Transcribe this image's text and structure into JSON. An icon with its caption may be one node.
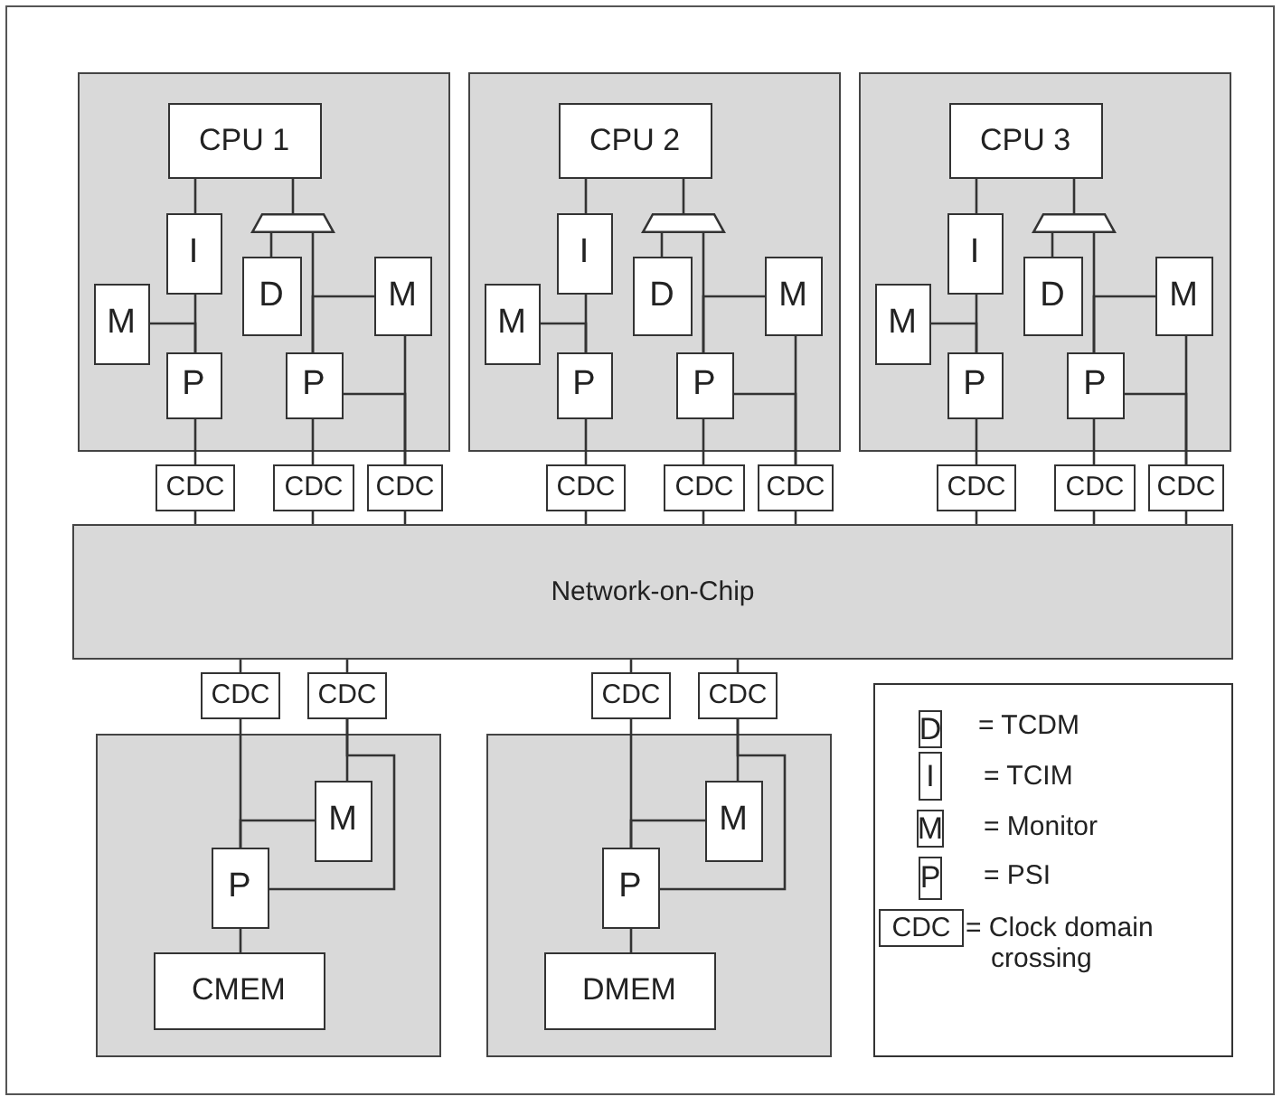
{
  "diagram": {
    "nodes": [
      {
        "text": [],
        "shape": "box"
      },
      {
        "text": [
          "CPU 1"
        ],
        "in": 0
      },
      {
        "text": [
          "I"
        ],
        "in": 0
      },
      {
        "text": [],
        "shape": "trapezoid",
        "in": 0
      },
      {
        "text": [
          "D"
        ],
        "in": 0
      },
      {
        "text": [
          "M"
        ],
        "in": 0
      },
      {
        "text": [
          "M"
        ],
        "in": 0
      },
      {
        "text": [
          "P"
        ],
        "in": 0
      },
      {
        "text": [
          "P"
        ],
        "in": 0
      },
      {
        "text": [
          "CDC"
        ]
      },
      {
        "text": [
          "CDC"
        ]
      },
      {
        "text": [
          "CDC"
        ]
      },
      {
        "text": [],
        "shape": "box"
      },
      {
        "text": [
          "CPU 2"
        ],
        "in": 12
      },
      {
        "text": [
          "I"
        ],
        "in": 12
      },
      {
        "text": [],
        "shape": "trapezoid",
        "in": 12
      },
      {
        "text": [
          "D"
        ],
        "in": 12
      },
      {
        "text": [
          "M"
        ],
        "in": 12
      },
      {
        "text": [
          "M"
        ],
        "in": 12
      },
      {
        "text": [
          "P"
        ],
        "in": 12
      },
      {
        "text": [
          "P"
        ],
        "in": 12
      },
      {
        "text": [
          "CDC"
        ]
      },
      {
        "text": [
          "CDC"
        ]
      },
      {
        "text": [
          "CDC"
        ]
      },
      {
        "text": [],
        "shape": "box"
      },
      {
        "text": [
          "CPU 3"
        ],
        "in": 24
      },
      {
        "text": [
          "I"
        ],
        "in": 24
      },
      {
        "text": [],
        "shape": "trapezoid",
        "in": 24
      },
      {
        "text": [
          "D"
        ],
        "in": 24
      },
      {
        "text": [
          "M"
        ],
        "in": 24
      },
      {
        "text": [
          "M"
        ],
        "in": 24
      },
      {
        "text": [
          "P"
        ],
        "in": 24
      },
      {
        "text": [
          "P"
        ],
        "in": 24
      },
      {
        "text": [
          "CDC"
        ]
      },
      {
        "text": [
          "CDC"
        ]
      },
      {
        "text": [
          "CDC"
        ]
      },
      {
        "text": [
          "Network-on-Chip"
        ]
      },
      {
        "text": [
          "CDC"
        ]
      },
      {
        "text": [
          "CDC"
        ]
      },
      {
        "text": [
          "CDC"
        ]
      },
      {
        "text": [
          "CDC"
        ]
      },
      {
        "text": [],
        "shape": "box"
      },
      {
        "text": [
          "M"
        ],
        "in": 41
      },
      {
        "text": [
          "P"
        ],
        "in": 41
      },
      {
        "text": [
          "CMEM"
        ],
        "in": 41
      },
      {
        "text": [],
        "shape": "box"
      },
      {
        "text": [
          "M"
        ],
        "in": 45
      },
      {
        "text": [
          "P"
        ],
        "in": 45
      },
      {
        "text": [
          "DMEM"
        ],
        "in": 45
      }
    ],
    "edges": [
      {
        "from": 1,
        "to": 2,
        "arrow": "none"
      },
      {
        "from": 1,
        "to": 3,
        "arrow": "none"
      },
      {
        "from": 2,
        "to": 7,
        "arrow": "none"
      },
      {
        "from": 6,
        "to": 7,
        "arrow": "none"
      },
      {
        "from": 3,
        "to": 4,
        "arrow": "none"
      },
      {
        "from": 3,
        "to": 8,
        "arrow": "none"
      },
      {
        "from": 5,
        "to": 8,
        "arrow": "none"
      },
      {
        "from": 5,
        "to": 11,
        "arrow": "none"
      },
      {
        "from": 8,
        "to": 11,
        "arrow": "none"
      },
      {
        "from": 7,
        "to": 9,
        "arrow": "none"
      },
      {
        "from": 8,
        "to": 10,
        "arrow": "none"
      },
      {
        "from": 9,
        "to": 36,
        "arrow": "none"
      },
      {
        "from": 10,
        "to": 36,
        "arrow": "none"
      },
      {
        "from": 11,
        "to": 36,
        "arrow": "none"
      },
      {
        "from": 13,
        "to": 14,
        "arrow": "none"
      },
      {
        "from": 13,
        "to": 15,
        "arrow": "none"
      },
      {
        "from": 14,
        "to": 19,
        "arrow": "none"
      },
      {
        "from": 18,
        "to": 19,
        "arrow": "none"
      },
      {
        "from": 15,
        "to": 16,
        "arrow": "none"
      },
      {
        "from": 15,
        "to": 20,
        "arrow": "none"
      },
      {
        "from": 17,
        "to": 20,
        "arrow": "none"
      },
      {
        "from": 17,
        "to": 23,
        "arrow": "none"
      },
      {
        "from": 20,
        "to": 23,
        "arrow": "none"
      },
      {
        "from": 19,
        "to": 21,
        "arrow": "none"
      },
      {
        "from": 20,
        "to": 22,
        "arrow": "none"
      },
      {
        "from": 21,
        "to": 36,
        "arrow": "none"
      },
      {
        "from": 22,
        "to": 36,
        "arrow": "none"
      },
      {
        "from": 23,
        "to": 36,
        "arrow": "none"
      },
      {
        "from": 25,
        "to": 26,
        "arrow": "none"
      },
      {
        "from": 25,
        "to": 27,
        "arrow": "none"
      },
      {
        "from": 26,
        "to": 31,
        "arrow": "none"
      },
      {
        "from": 30,
        "to": 31,
        "arrow": "none"
      },
      {
        "from": 27,
        "to": 28,
        "arrow": "none"
      },
      {
        "from": 27,
        "to": 32,
        "arrow": "none"
      },
      {
        "from": 29,
        "to": 32,
        "arrow": "none"
      },
      {
        "from": 29,
        "to": 35,
        "arrow": "none"
      },
      {
        "from": 32,
        "to": 35,
        "arrow": "none"
      },
      {
        "from": 31,
        "to": 33,
        "arrow": "none"
      },
      {
        "from": 32,
        "to": 34,
        "arrow": "none"
      },
      {
        "from": 33,
        "to": 36,
        "arrow": "none"
      },
      {
        "from": 34,
        "to": 36,
        "arrow": "none"
      },
      {
        "from": 35,
        "to": 36,
        "arrow": "none"
      },
      {
        "from": 36,
        "to": 37,
        "arrow": "none"
      },
      {
        "from": 36,
        "to": 38,
        "arrow": "none"
      },
      {
        "from": 37,
        "to": 43,
        "arrow": "none"
      },
      {
        "from": 42,
        "to": 43,
        "arrow": "none"
      },
      {
        "from": 38,
        "to": 42,
        "arrow": "none"
      },
      {
        "from": 38,
        "to": 43,
        "arrow": "none"
      },
      {
        "from": 43,
        "to": 44,
        "arrow": "none"
      },
      {
        "from": 36,
        "to": 39,
        "arrow": "none"
      },
      {
        "from": 36,
        "to": 40,
        "arrow": "none"
      },
      {
        "from": 39,
        "to": 47,
        "arrow": "none"
      },
      {
        "from": 46,
        "to": 47,
        "arrow": "none"
      },
      {
        "from": 40,
        "to": 46,
        "arrow": "none"
      },
      {
        "from": 40,
        "to": 47,
        "arrow": "none"
      },
      {
        "from": 47,
        "to": 48,
        "arrow": "none"
      }
    ],
    "labels": [
      "D",
      "I",
      "M",
      "P",
      "CDC"
    ],
    "legend": [
      {
        "text": "= TCDM"
      },
      {
        "text": "= TCIM"
      },
      {
        "text": "= Monitor"
      },
      {
        "text": "= PSI"
      },
      {
        "text": "= Clock domain crossing"
      }
    ]
  }
}
